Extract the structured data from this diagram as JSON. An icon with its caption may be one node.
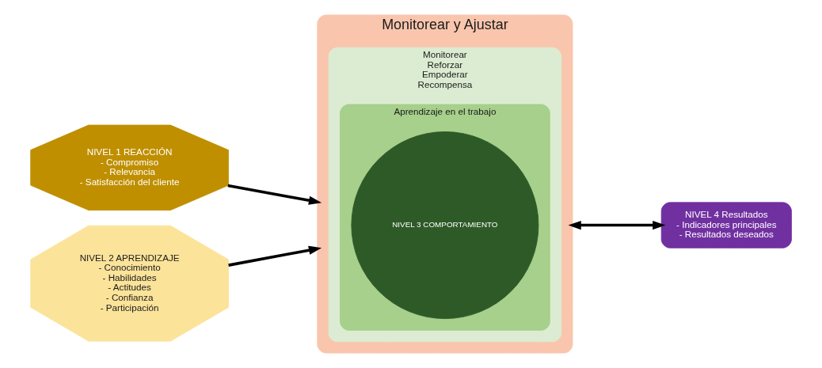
{
  "diagram": {
    "nodes": [
      {
        "text": [
          "Monitorear y Ajustar"
        ]
      },
      {
        "text": [
          "NIVEL 1 REACCIÓN",
          "- Compromiso",
          "- Relevancia",
          "- Satisfacción del cliente"
        ]
      },
      {
        "text": [
          "NIVEL 2 APRENDIZAJE",
          "- Conocimiento",
          "- Habilidades",
          "- Actitudes",
          "- Confianza",
          "- Participación"
        ]
      },
      {
        "text": [
          "Monitorear",
          "Reforzar",
          "Empoderar",
          "Recompensa"
        ],
        "in": 0
      },
      {
        "text": [
          "Aprendizaje en el trabajo"
        ],
        "in": 3
      },
      {
        "text": [
          "NIVEL 3 COMPORTAMIENTO"
        ],
        "in": 4
      },
      {
        "text": [
          "NIVEL 4 Resultados",
          "- Indicadores principales",
          "- Resultados deseados"
        ]
      }
    ],
    "edges": [
      {
        "from": 1,
        "to": 0,
        "arrow": "to"
      },
      {
        "from": 2,
        "to": 0,
        "arrow": "to"
      },
      {
        "from": 0,
        "to": 6,
        "arrow": "both"
      }
    ]
  }
}
